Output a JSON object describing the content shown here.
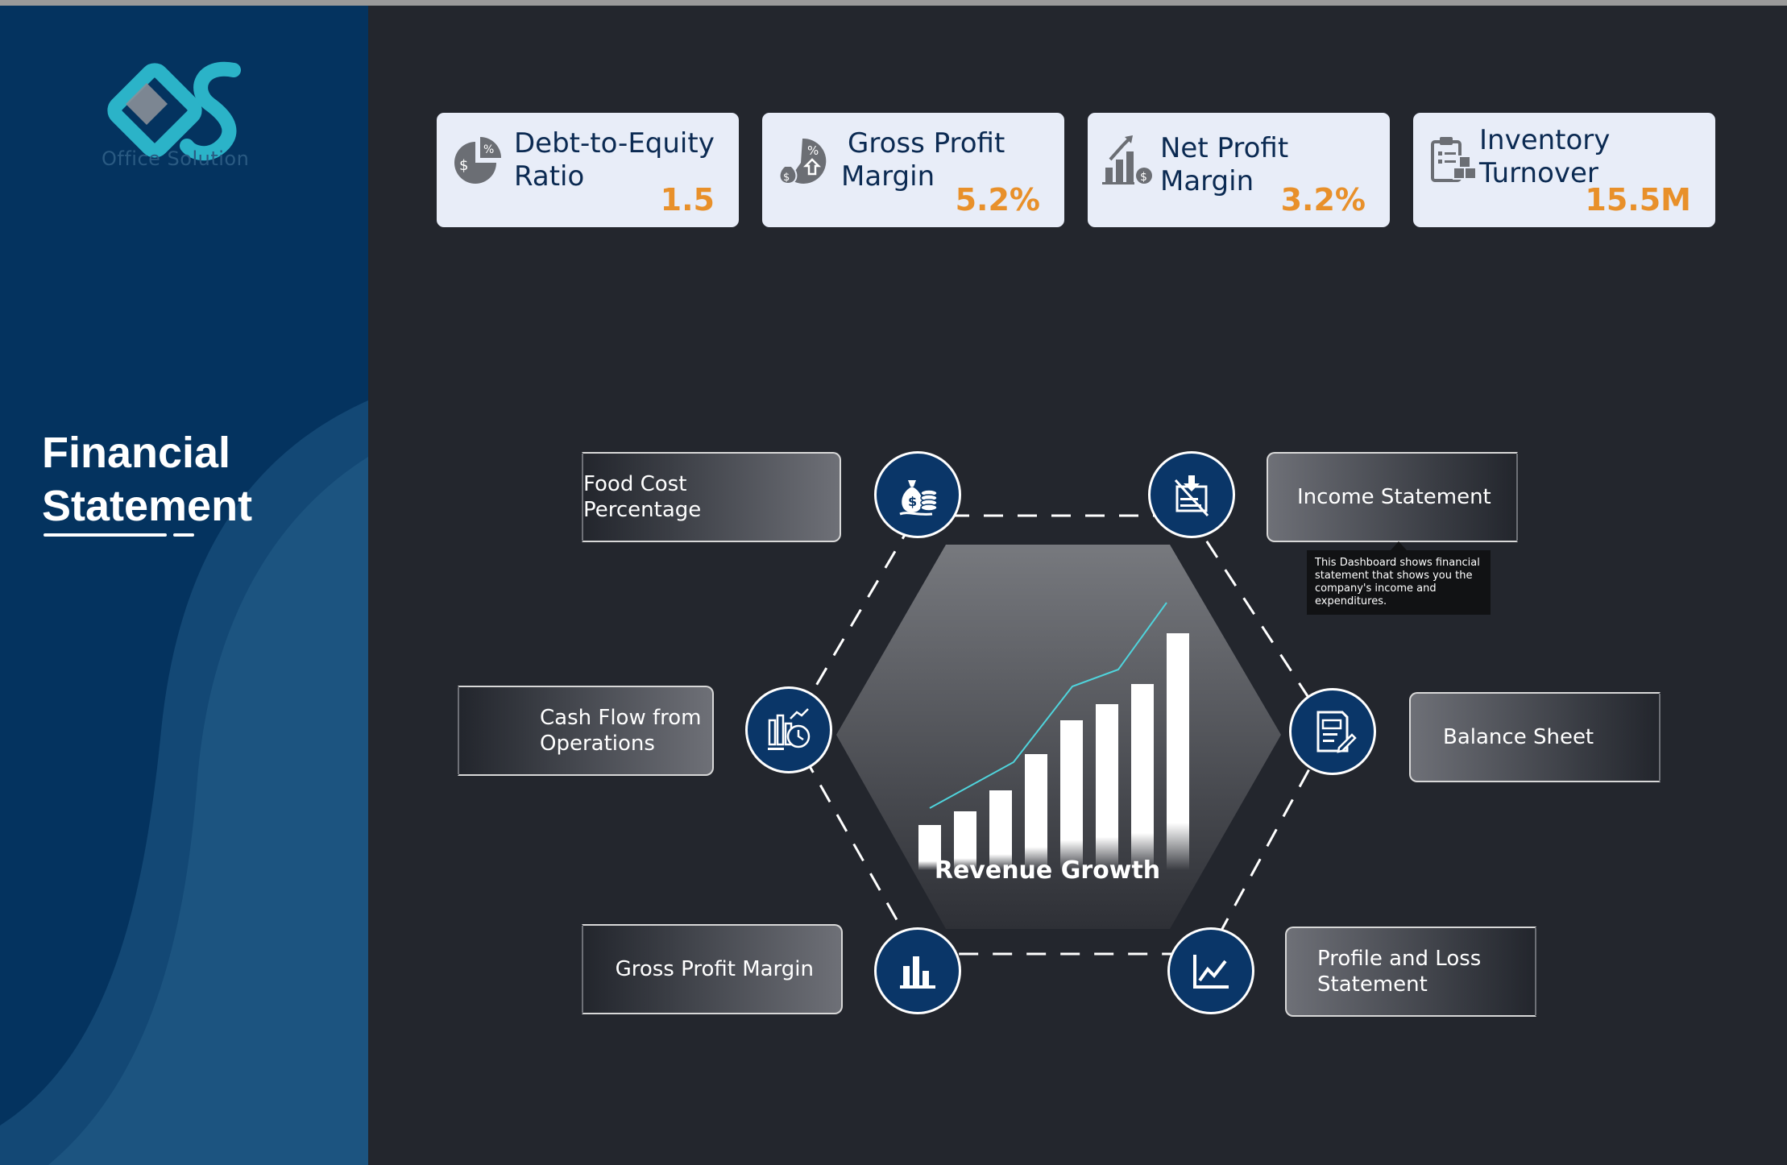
{
  "sidebar": {
    "logo_text": "Office Solution",
    "title_line1": "Financial",
    "title_line2": "Statement"
  },
  "kpis": [
    {
      "label_line1": "Debt-to-Equity",
      "label_line2": "Ratio",
      "value": "1.5",
      "icon": "pie-chart-dollar-icon"
    },
    {
      "label_line1": "Gross Profit",
      "label_line2": "Margin",
      "value": "5.2%",
      "icon": "money-bag-percent-icon"
    },
    {
      "label_line1": "Net Profit",
      "label_line2": "Margin",
      "value": "3.2%",
      "icon": "bar-growth-dollar-icon"
    },
    {
      "label_line1": "Inventory",
      "label_line2": "Turnover",
      "value": "15.5M",
      "icon": "clipboard-boxes-icon"
    }
  ],
  "diagram": {
    "center_title": "Revenue Growth",
    "items": [
      {
        "label": "Food Cost Percentage",
        "icon": "money-bag-coins-icon"
      },
      {
        "label": "Income Statement",
        "icon": "document-hand-icon"
      },
      {
        "label_line1": "Cash Flow from",
        "label_line2": "Operations",
        "icon": "chart-clock-icon"
      },
      {
        "label": "Balance Sheet",
        "icon": "report-edit-icon"
      },
      {
        "label": "Gross Profit Margin",
        "icon": "bar-chart-icon"
      },
      {
        "label_line1": "Profile and Loss",
        "label_line2": "Statement",
        "icon": "line-chart-icon"
      }
    ],
    "tooltip": "This Dashboard shows financial statement that shows you the company's income and expenditures."
  },
  "colors": {
    "background": "#23262d",
    "sidebar": "#04335f",
    "card": "#e8edf8",
    "accent": "#e8902a",
    "node": "#0a3668",
    "logo_teal": "#2bb3c8"
  }
}
